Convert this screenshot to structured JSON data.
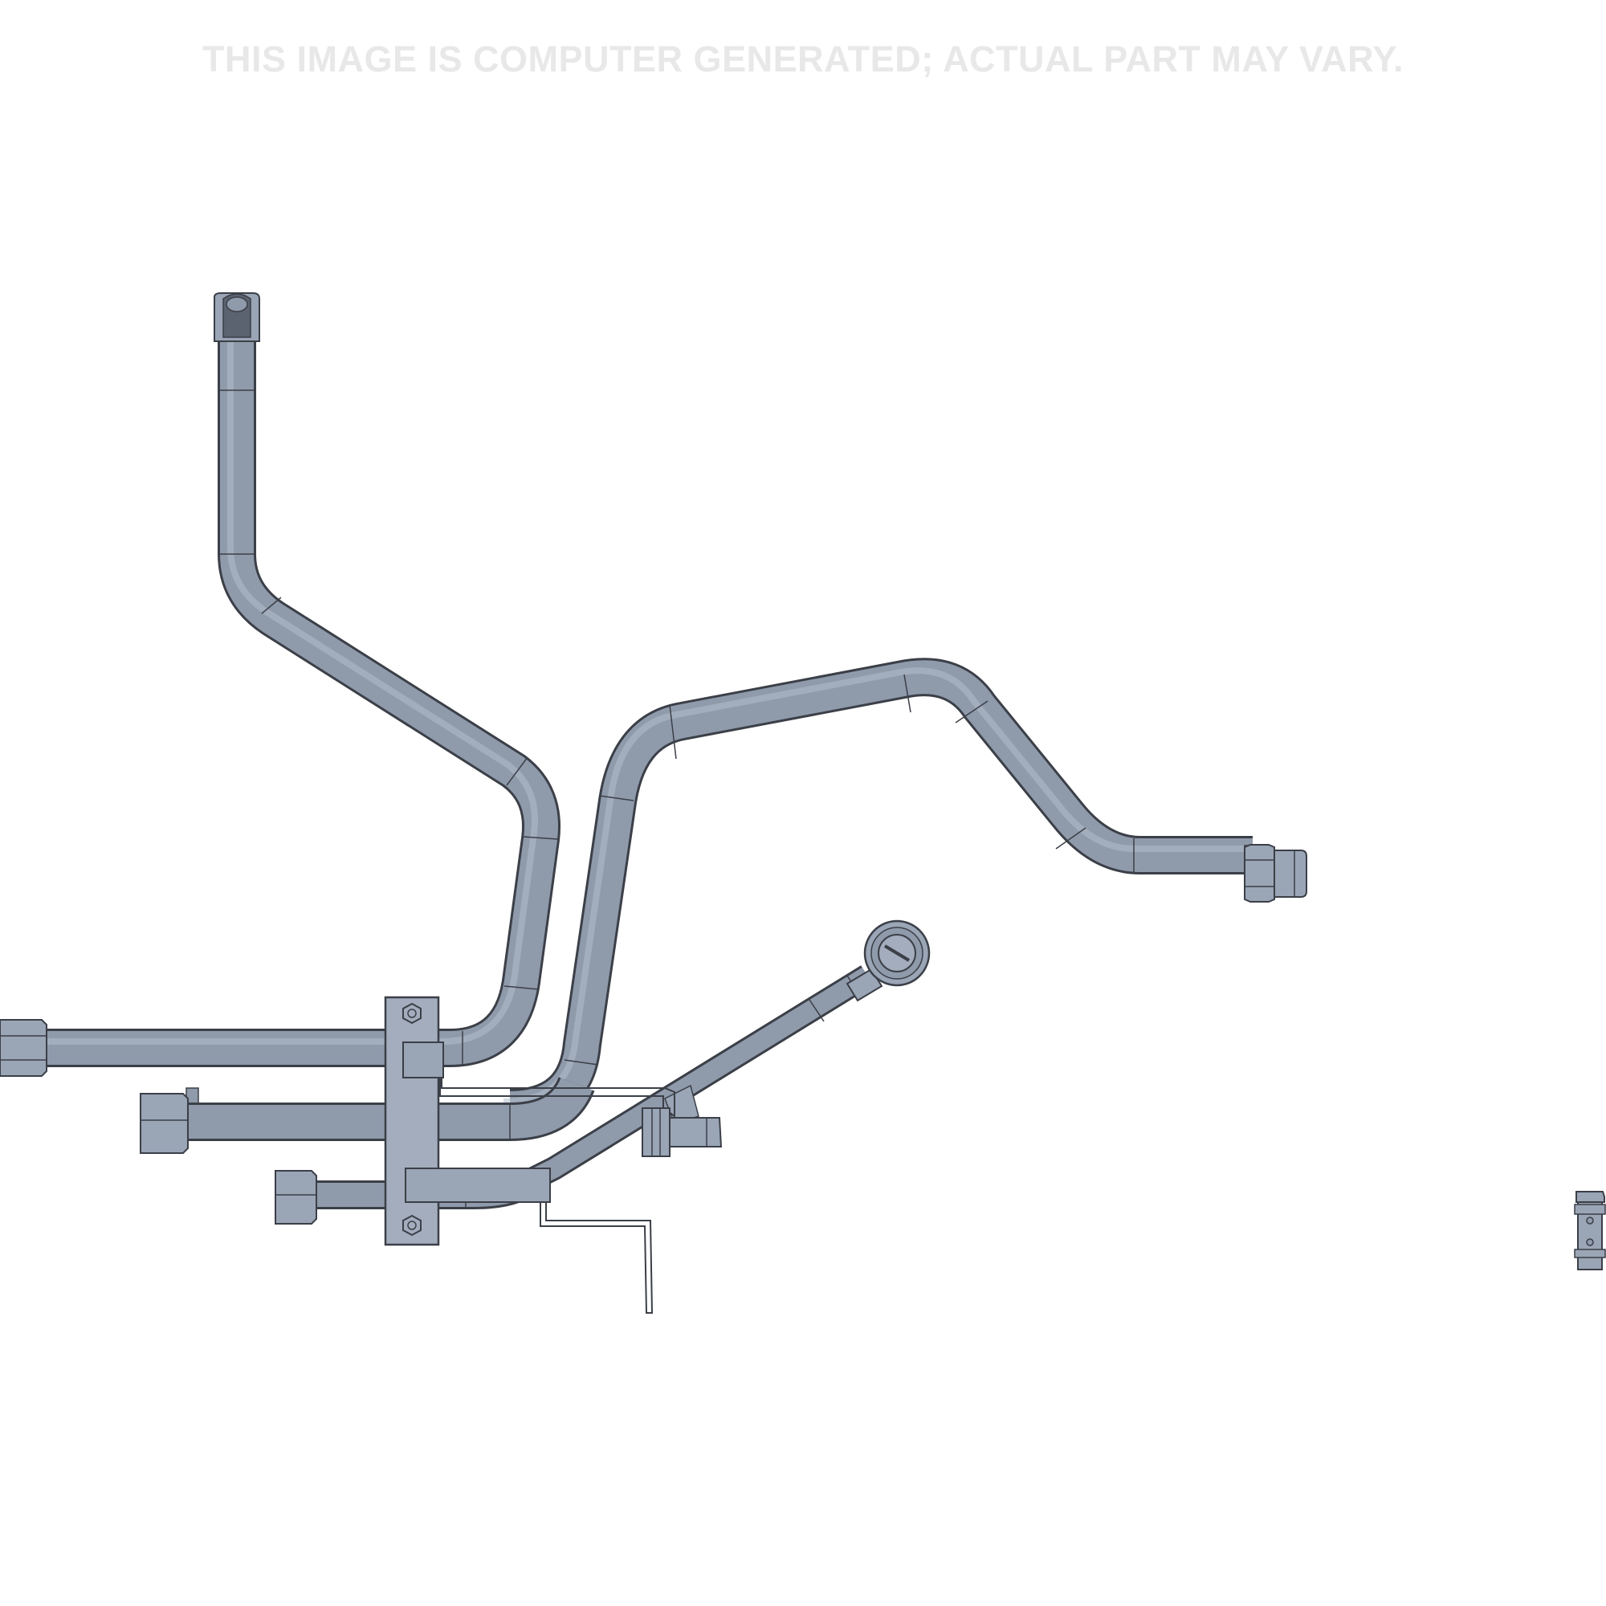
{
  "disclaimer": {
    "text": "THIS IMAGE IS COMPUTER GENERATED; ACTUAL PART MAY VARY."
  },
  "colors": {
    "tube_fill": "#8f9aab",
    "tube_outline": "#3b3f47",
    "fitting_fill": "#9aa5b6",
    "bracket_fill": "#a3adbd",
    "disclaimer_text": "#e8e8e8"
  },
  "parts": [
    "tube-upper-left",
    "tube-upper-right",
    "tube-lower-left",
    "tube-diagonal",
    "mounting-bracket",
    "tube-nut-fittings",
    "banjo-fitting",
    "loose-bolt"
  ]
}
